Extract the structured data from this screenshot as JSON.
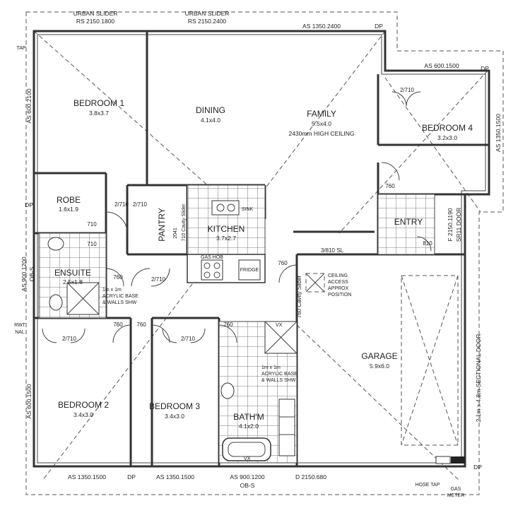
{
  "rooms": {
    "bedroom1": {
      "name": "BEDROOM 1",
      "size": "3.8x3.7"
    },
    "dining": {
      "name": "DINING",
      "size": "4.1x4.0"
    },
    "family": {
      "name": "FAMILY",
      "size": "5.5x4.0",
      "note": "2430mm HIGH CEILING"
    },
    "bedroom4": {
      "name": "BEDROOM 4",
      "size": "3.2x3.0"
    },
    "robe": {
      "name": "ROBE",
      "size": "1.6x1.9"
    },
    "pantry": {
      "name": "PANTRY"
    },
    "kitchen": {
      "name": "KITCHEN",
      "size": "3.7x2.7"
    },
    "entry": {
      "name": "ENTRY"
    },
    "ensuite": {
      "name": "ENSUITE",
      "size": "2.5x1.8"
    },
    "garage": {
      "name": "GARAGE",
      "size": "5.9x6.0"
    },
    "bedroom2": {
      "name": "BEDROOM 2",
      "size": "3.4x3.0"
    },
    "bedroom3": {
      "name": "BEDROOM 3",
      "size": "3.4x3.0"
    },
    "bathroom": {
      "name": "BATH'M",
      "size": "4.1x2.0"
    }
  },
  "windows": {
    "slider1_title": "URBAN SLIDER",
    "slider1_spec": "RS 2150.1800",
    "slider2_title": "URBAN SLIDER",
    "slider2_spec": "RS 2150.2400",
    "top_as": "AS 1350.2400",
    "top_dp": "DP",
    "bed4_top": "AS 600.1500",
    "bed4_top_dp": "DP",
    "bed4_right": "AS 1350.1500",
    "left_bed1": "AS 600.2100",
    "left_dp": "DP",
    "left_ensuite": "AS 900.1200",
    "left_ensuite_obs": "OB-S",
    "left_bed2": "AS 600.1500",
    "bottom_bed2": "AS 1350.1500",
    "bottom_dp": "DP",
    "bottom_bed3": "AS 1350.1500",
    "bottom_bath": "AS 900.1200",
    "bottom_bath_obs": "OB-S",
    "bottom_door": "D 2150.680",
    "entry_door": "F 2150.1190",
    "entry_door2": "SR11 DOOR",
    "garage_door": "2.1m x 4.8m SECTIONAL DOOR",
    "garage_dp": "DP"
  },
  "doors": {
    "bed1_robe": "2/710",
    "robe_door": "710",
    "ens_door": "710",
    "pantry_door": "2/710",
    "bed4_robe": "2/710",
    "entry_760": "760",
    "entry_810": "810",
    "ensuite_760": "760",
    "hall_linen": "2/710",
    "fam_760": "760",
    "cavity_slider": "760 Cavity Slider",
    "fam_sl": "3/810 SL",
    "bed2_760": "760",
    "bed3_760": "760",
    "bath_760": "760",
    "bed2_robe": "2/710",
    "bed3_robe": "2/710",
    "cavity_kitchen": "710 Cavity Slider",
    "pantry_2041": "2041"
  },
  "fixtures": {
    "sink": "SINK",
    "gas_hob": "GAS HOB",
    "fridge": "FRIDGE",
    "ceiling_access_1": "CEILING",
    "ceiling_access_2": "ACCESS",
    "ceiling_access_3": "APPROX",
    "ceiling_access_4": "POSITION",
    "shower_ens_1": "1m x 1m",
    "shower_ens_2": "ACRYLIC BASE",
    "shower_ens_3": "& WALLS SHW",
    "shower_bath_1": "1m x 1m",
    "shower_bath_2": "ACRYLIC BASE",
    "shower_bath_3": "& WALLS SHW",
    "vx": "VX",
    "vx2": "VX",
    "hose_tap": "HOSE TAP",
    "gas_meter_1": "GAS",
    "gas_meter_2": "METER",
    "tap": "TAP",
    "rwt": "RWT",
    "nal": "NAL"
  }
}
